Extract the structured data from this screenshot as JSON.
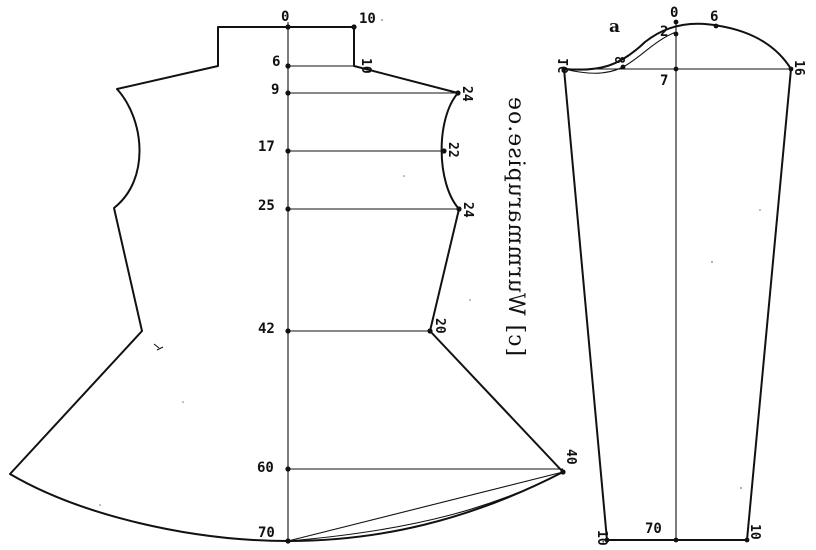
{
  "bodice": {
    "center_labels": {
      "top": "0",
      "neck": "6",
      "shoulder": "9",
      "chest": "17",
      "waist": "25",
      "hip": "42",
      "knee": "60",
      "hem": "70"
    },
    "neck_width": "10",
    "neck_drop": "10",
    "shoulder_width": "24",
    "chest_width": "22",
    "waist_width": "24",
    "hip_width": "20",
    "hem_width": "40"
  },
  "sleeve": {
    "letter": "a",
    "cap_labels": {
      "top": "0",
      "cap_high": "2",
      "cap_point": "6",
      "underarm": "8",
      "armhole_line": "7"
    },
    "width_left": "16",
    "width_right": "16",
    "length": "70",
    "cuff_left": "10",
    "cuff_right": "10"
  },
  "side_caption": "[c] Wurmmarupise.oe"
}
